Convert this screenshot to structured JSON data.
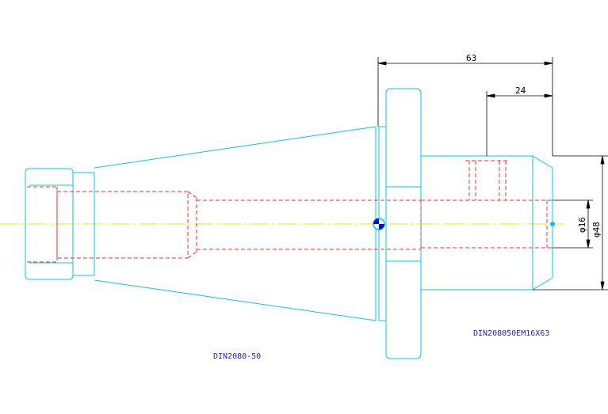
{
  "drawing": {
    "colors": {
      "outline": "#00c8e6",
      "hidden": "#ff2a2a",
      "centerline": "#e8e800",
      "dimension": "#000000",
      "label": "#2222cc"
    },
    "labels": {
      "part_left": "DIN2080-50",
      "part_right": "DIN208050EM16X63"
    },
    "dimensions": {
      "length_total": "63",
      "length_step": "24",
      "dia_bore": "φ16",
      "dia_outer": "φ48"
    }
  }
}
